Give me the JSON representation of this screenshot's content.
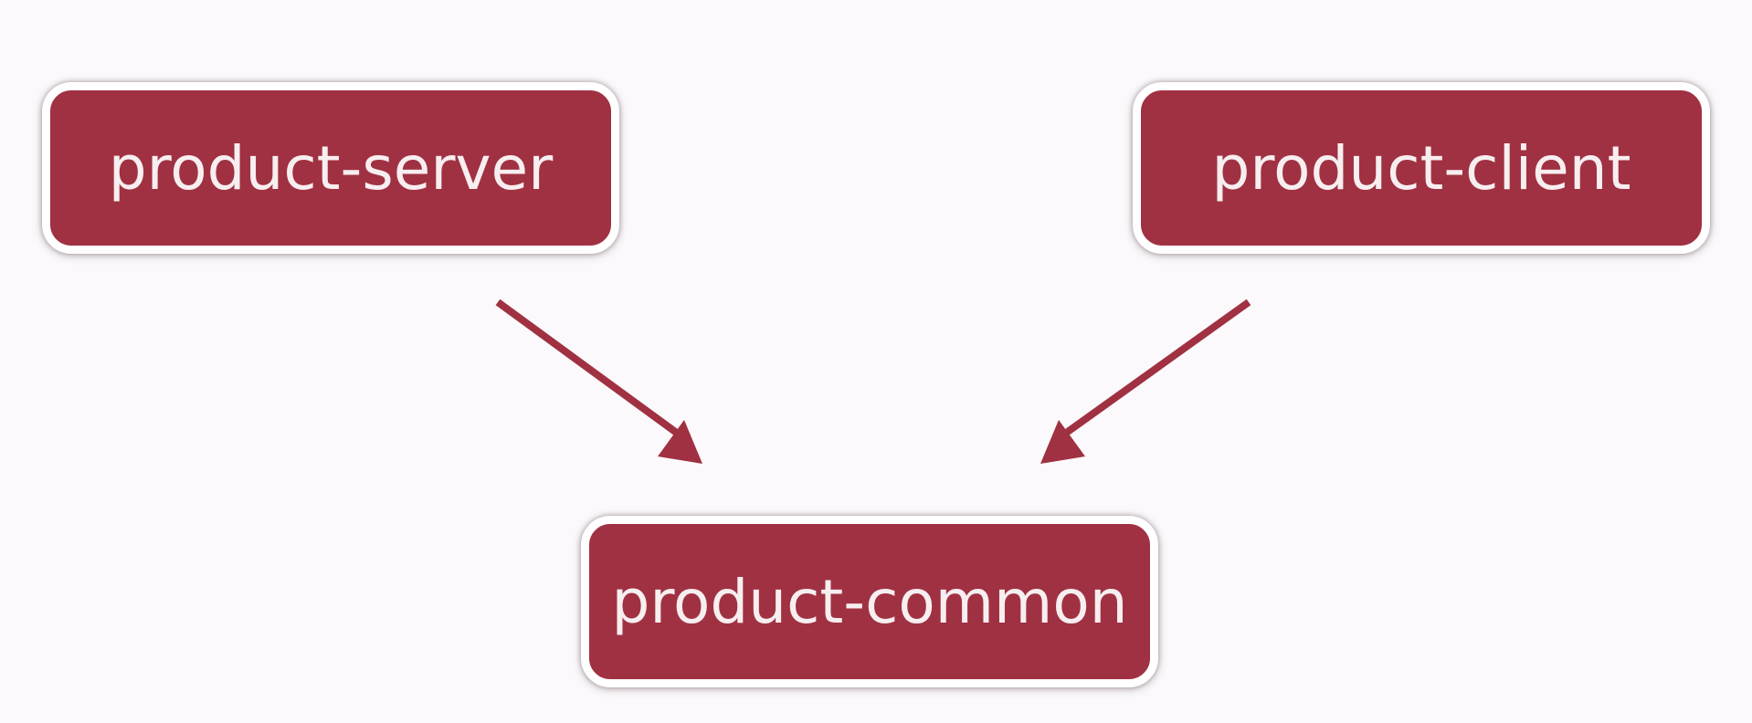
{
  "diagram": {
    "nodes": {
      "server": {
        "label": "product-server"
      },
      "client": {
        "label": "product-client"
      },
      "common": {
        "label": "product-common"
      }
    },
    "edges": [
      {
        "from": "product-server",
        "to": "product-common"
      },
      {
        "from": "product-client",
        "to": "product-common"
      }
    ]
  },
  "colors": {
    "node_fill": "#a03142",
    "node_border": "#ffffff",
    "node_text": "#f7eef0",
    "arrow": "#a03142",
    "background": "#fbf9fb"
  }
}
